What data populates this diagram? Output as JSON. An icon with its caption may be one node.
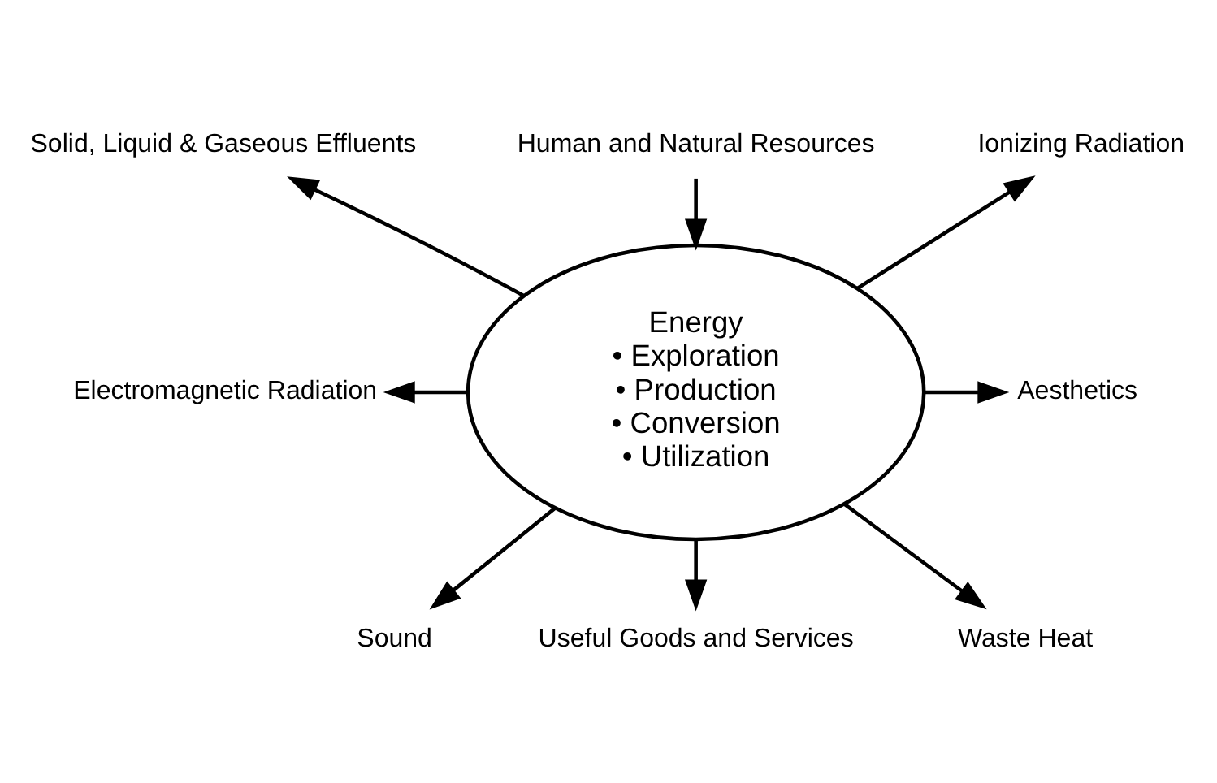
{
  "diagram": {
    "nodes": [
      {
        "text": [
          "Human and Natural Resources"
        ]
      },
      {
        "text": [
          "Solid, Liquid & Gaseous Effluents"
        ]
      },
      {
        "text": [
          "Ionizing Radiation"
        ]
      },
      {
        "text": [
          "Electromagnetic Radiation"
        ]
      },
      {
        "text": [
          "Energy",
          "• Exploration",
          "• Production",
          "• Conversion",
          "• Utilization"
        ]
      },
      {
        "text": [
          "Aesthetics"
        ]
      },
      {
        "text": [
          "Sound"
        ]
      },
      {
        "text": [
          "Waste Heat"
        ]
      },
      {
        "text": [
          "Useful Goods and Services"
        ]
      }
    ],
    "edges": [
      {
        "from": 0,
        "to": 4,
        "arrow": "to"
      },
      {
        "from": 4,
        "to": 1,
        "arrow": "to"
      },
      {
        "from": 4,
        "to": 2,
        "arrow": "to"
      },
      {
        "from": 4,
        "to": 3,
        "arrow": "to"
      },
      {
        "from": 4,
        "to": 5,
        "arrow": "to"
      },
      {
        "from": 4,
        "to": 6,
        "arrow": "to"
      },
      {
        "from": 4,
        "to": 7,
        "arrow": "to"
      },
      {
        "from": 4,
        "to": 8,
        "arrow": "to"
      }
    ]
  }
}
